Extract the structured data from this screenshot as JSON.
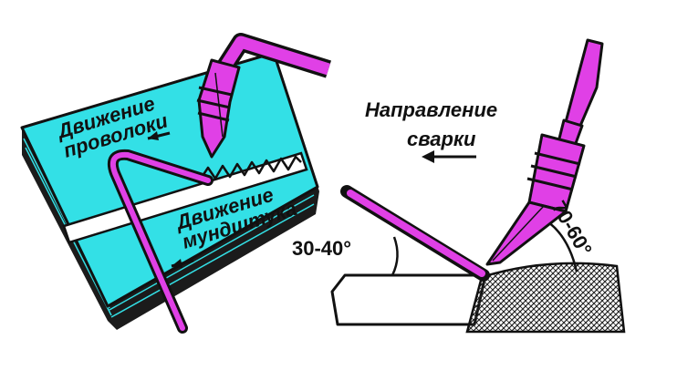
{
  "labels": {
    "wire_motion_line1": "Движение",
    "wire_motion_line2": "проволоки",
    "nozzle_motion_line1": "Движение",
    "nozzle_motion_line2": "мундштука",
    "direction_line1": "Направление",
    "direction_line2": "сварки",
    "angle_rod": "30-40°",
    "angle_torch": "70-60°"
  },
  "colors": {
    "plate": "#33e0e6",
    "torch": "#e040e6",
    "outline": "#111111",
    "weld_groove": "#ffffff",
    "hatch": "#222222"
  },
  "icons": {
    "direction_arrows": "left-arrow"
  }
}
